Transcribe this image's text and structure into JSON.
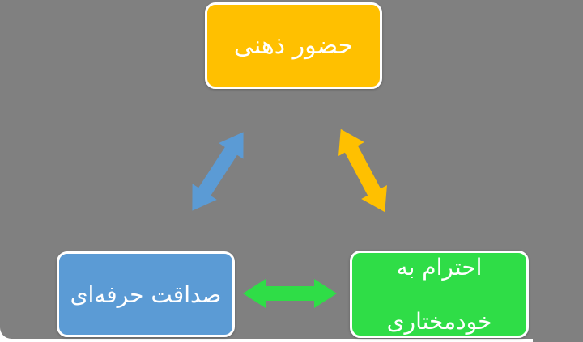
{
  "diagram": {
    "type": "cycle-relationship",
    "background_color": "#808080",
    "page_color": "#ffffff",
    "node_border_color": "#ffffff",
    "text_color": "#ffffff",
    "nodes": [
      {
        "id": "top",
        "label": "حضور ذهنی",
        "color": "#FFC000"
      },
      {
        "id": "bottom-left",
        "label": "صداقت حرفه‌ای",
        "color": "#5B9BD5"
      },
      {
        "id": "bottom-right",
        "label": "احترام به خودمختاری",
        "lines": [
          "احترام به",
          "خودمختاری"
        ],
        "color": "#2FDD47"
      }
    ],
    "connectors": [
      {
        "from": "top",
        "to": "bottom-left",
        "style": "double-headed-arrow",
        "color": "#5B9BD5"
      },
      {
        "from": "top",
        "to": "bottom-right",
        "style": "double-headed-arrow",
        "color": "#FFC000"
      },
      {
        "from": "bottom-left",
        "to": "bottom-right",
        "style": "double-headed-arrow",
        "color": "#2FDD47"
      }
    ]
  }
}
